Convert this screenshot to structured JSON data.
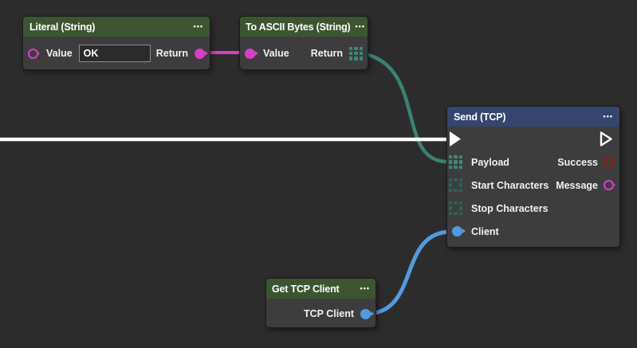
{
  "canvas": {
    "background": "#2d2c2c"
  },
  "colors": {
    "header_green": "#3c5530",
    "header_blue": "#36456e",
    "node_body": "#3d3d3d",
    "port_magenta": "#d83fc9",
    "port_teal": "#3e8979",
    "port_teal_dim": "#2c6156",
    "port_blue": "#549ade",
    "port_red": "#942012",
    "flow_white": "#ffffff"
  },
  "nodes": {
    "literal": {
      "title": "Literal (String)",
      "menu": "•••",
      "value_label": "Value",
      "value_input": "OK",
      "return_label": "Return"
    },
    "to_ascii": {
      "title": "To ASCII Bytes (String)",
      "menu": "•••",
      "value_label": "Value",
      "return_label": "Return"
    },
    "send_tcp": {
      "title": "Send (TCP)",
      "menu": "•••",
      "payload_label": "Payload",
      "success_label": "Success",
      "start_chars_label": "Start Characters",
      "message_label": "Message",
      "stop_chars_label": "Stop Characters",
      "client_label": "Client"
    },
    "get_tcp_client": {
      "title": "Get TCP Client",
      "menu": "•••",
      "client_label": "TCP Client"
    }
  },
  "icons": {
    "menu": "ellipsis-menu-icon",
    "flow_in": "flow-input-triangle-icon",
    "flow_out": "flow-output-triangle-icon",
    "byte_array": "byte-array-grid-icon",
    "string_port": "string-port-circle-icon",
    "client_port": "client-port-circle-icon"
  },
  "wires": {
    "string": {
      "color": "#d83fc9"
    },
    "bytes": {
      "color": "#3b8273"
    },
    "flow": {
      "color": "#ffffff"
    },
    "client": {
      "color": "#539bdd"
    }
  }
}
